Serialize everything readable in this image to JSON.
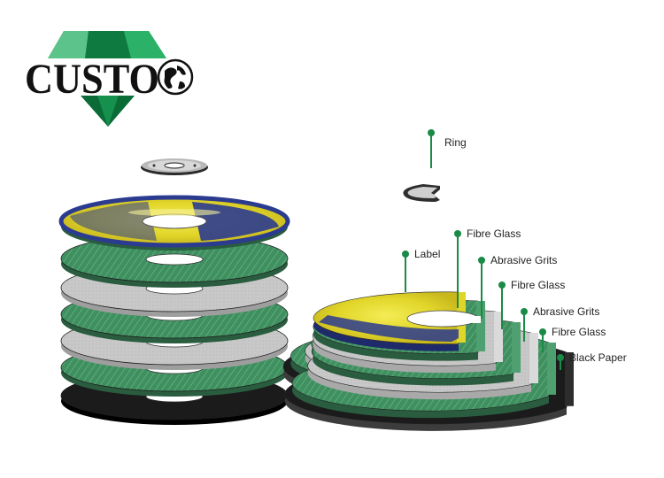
{
  "logo": {
    "text": "CUSTO",
    "brand_green": "#1a9a55",
    "dark_green": "#0b6b37"
  },
  "colors": {
    "fibre_green": "#3f8f60",
    "grit_gray": "#c9c9c9",
    "black_paper": "#1b1b1b",
    "label_yellow": "#e8df2c",
    "label_blue": "#2b3b8f",
    "leader_green": "#1a8a47"
  },
  "left_stack": {
    "layers": [
      "label",
      "fibre",
      "grit",
      "fibre",
      "grit",
      "fibre",
      "black"
    ]
  },
  "callouts": [
    {
      "id": "ring",
      "text": "Ring"
    },
    {
      "id": "label",
      "text": "Label"
    },
    {
      "id": "fibre1",
      "text": "Fibre Glass"
    },
    {
      "id": "grits1",
      "text": "Abrasive Grits"
    },
    {
      "id": "fibre2",
      "text": "Fibre Glass"
    },
    {
      "id": "grits2",
      "text": "Abrasive Grits"
    },
    {
      "id": "fibre3",
      "text": "Fibre Glass"
    },
    {
      "id": "black",
      "text": "Black Paper"
    }
  ]
}
